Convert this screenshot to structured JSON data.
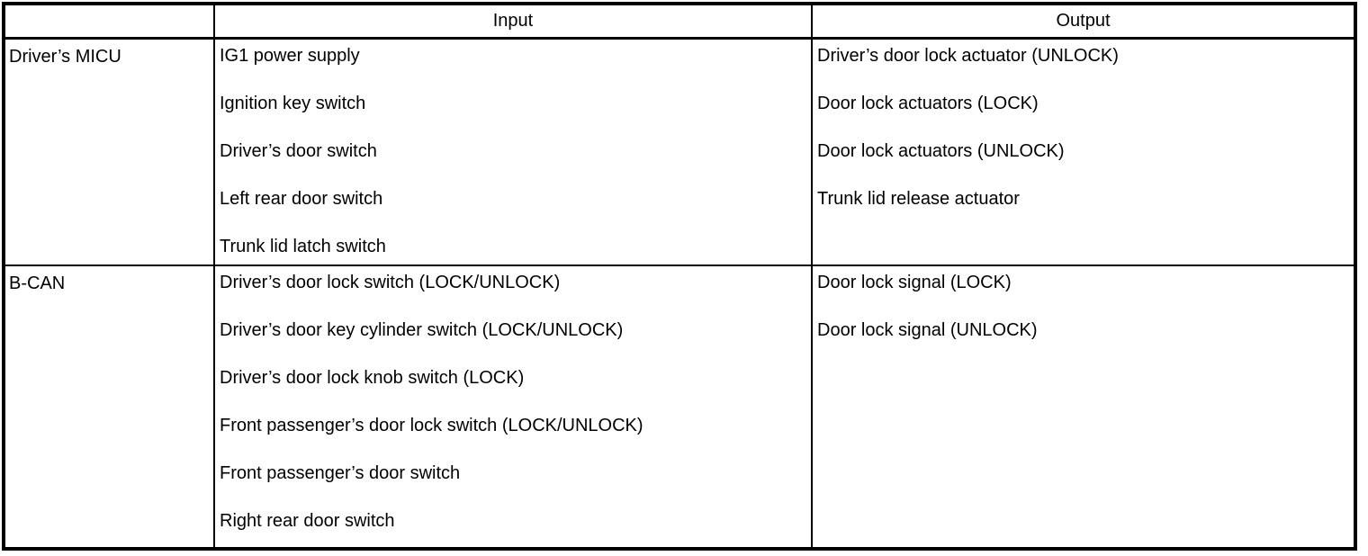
{
  "table": {
    "headers": [
      "",
      "Input",
      "Output"
    ],
    "rows": [
      {
        "source": "Driver’s MICU",
        "inputs": [
          "IG1 power supply",
          "Ignition key switch",
          "Driver’s door switch",
          "Left rear door switch",
          "Trunk lid latch switch"
        ],
        "outputs": [
          "Driver’s door lock actuator (UNLOCK)",
          "Door lock actuators (LOCK)",
          "Door lock actuators (UNLOCK)",
          "Trunk lid release actuator"
        ]
      },
      {
        "source": "B-CAN",
        "inputs": [
          "Driver’s door lock switch (LOCK/UNLOCK)",
          "Driver’s door key cylinder switch (LOCK/UNLOCK)",
          "Driver’s door lock knob switch (LOCK)",
          "Front passenger’s door lock switch (LOCK/UNLOCK)",
          "Front passenger’s door switch",
          "Right rear door switch"
        ],
        "outputs": [
          "Door lock signal (LOCK)",
          "Door lock signal (UNLOCK)"
        ]
      }
    ]
  },
  "colors": {
    "border": "#000000",
    "background": "#ffffff",
    "text": "#000000"
  }
}
